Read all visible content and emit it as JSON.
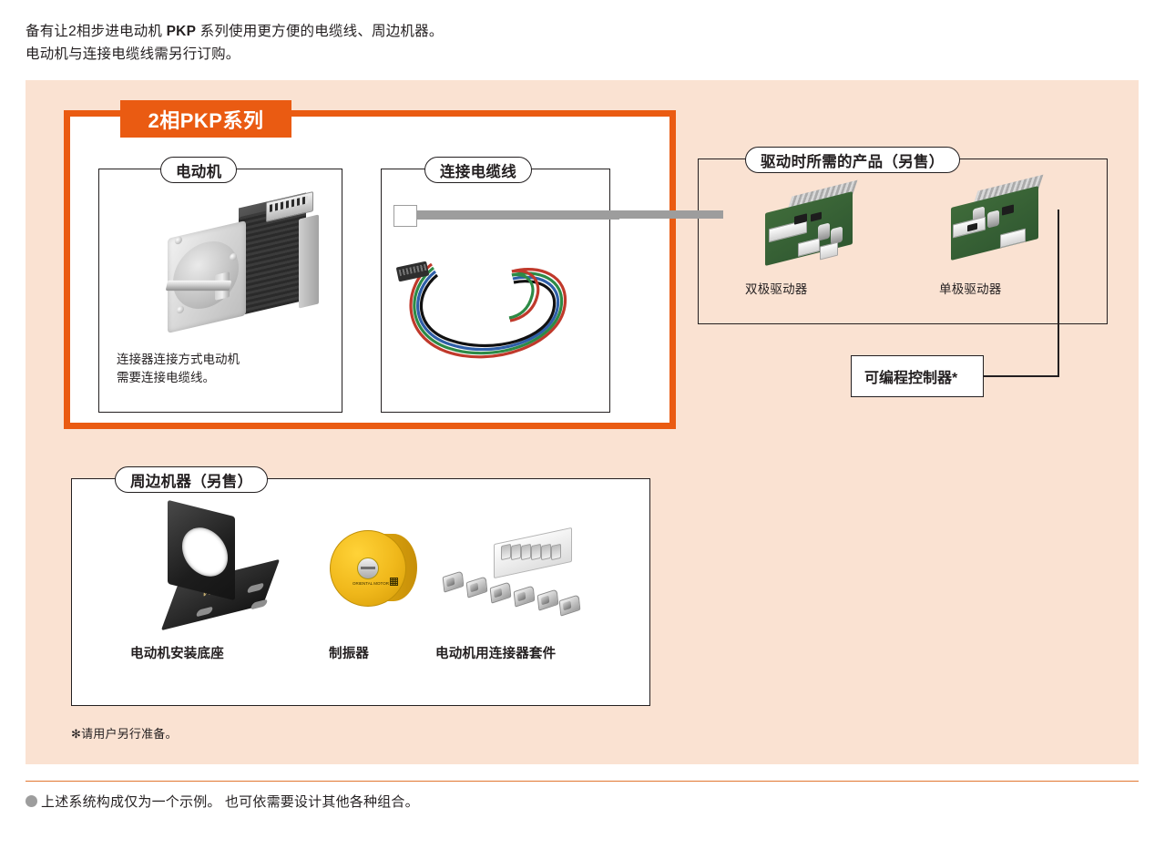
{
  "intro": {
    "line1_a": "备有让2相步进电动机 ",
    "line1_b": "PKP",
    "line1_c": " 系列使用更方便的电缆线、周边机器。",
    "line2": "电动机与连接电缆线需另行订购。"
  },
  "series_tab": {
    "label": "2相PKP系列"
  },
  "motor_box": {
    "title": "电动机",
    "caption": "连接器连接方式电动机\n需要连接电缆线。",
    "image_name": "stepper-motor"
  },
  "cable_box": {
    "title": "连接电缆线",
    "image_name": "connection-cable"
  },
  "driver_box": {
    "title": "驱动时所需的产品（另售）",
    "items": [
      {
        "label": "双极驱动器",
        "image_name": "bipolar-driver-board"
      },
      {
        "label": "单极驱动器",
        "image_name": "unipolar-driver-board"
      }
    ]
  },
  "plc": {
    "label": "可编程控制器*"
  },
  "peripheral_box": {
    "title": "周边机器（另售）",
    "items": [
      {
        "label": "电动机安装底座",
        "image_name": "motor-mounting-bracket"
      },
      {
        "label": "制振器",
        "image_name": "vibration-damper"
      },
      {
        "label": "电动机用连接器套件",
        "image_name": "motor-connector-kit"
      }
    ]
  },
  "footnote": {
    "text": "✻请用户另行准备。"
  },
  "bottom_note": {
    "text": "上述系统构成仅为一个示例。 也可依需要设计其他各种组合。"
  },
  "colors": {
    "panel_bg": "#fae2d2",
    "accent_orange": "#ea5b12",
    "rule_orange": "#e2762f",
    "line_black": "#231f20",
    "link_gray": "#9d9d9d"
  }
}
